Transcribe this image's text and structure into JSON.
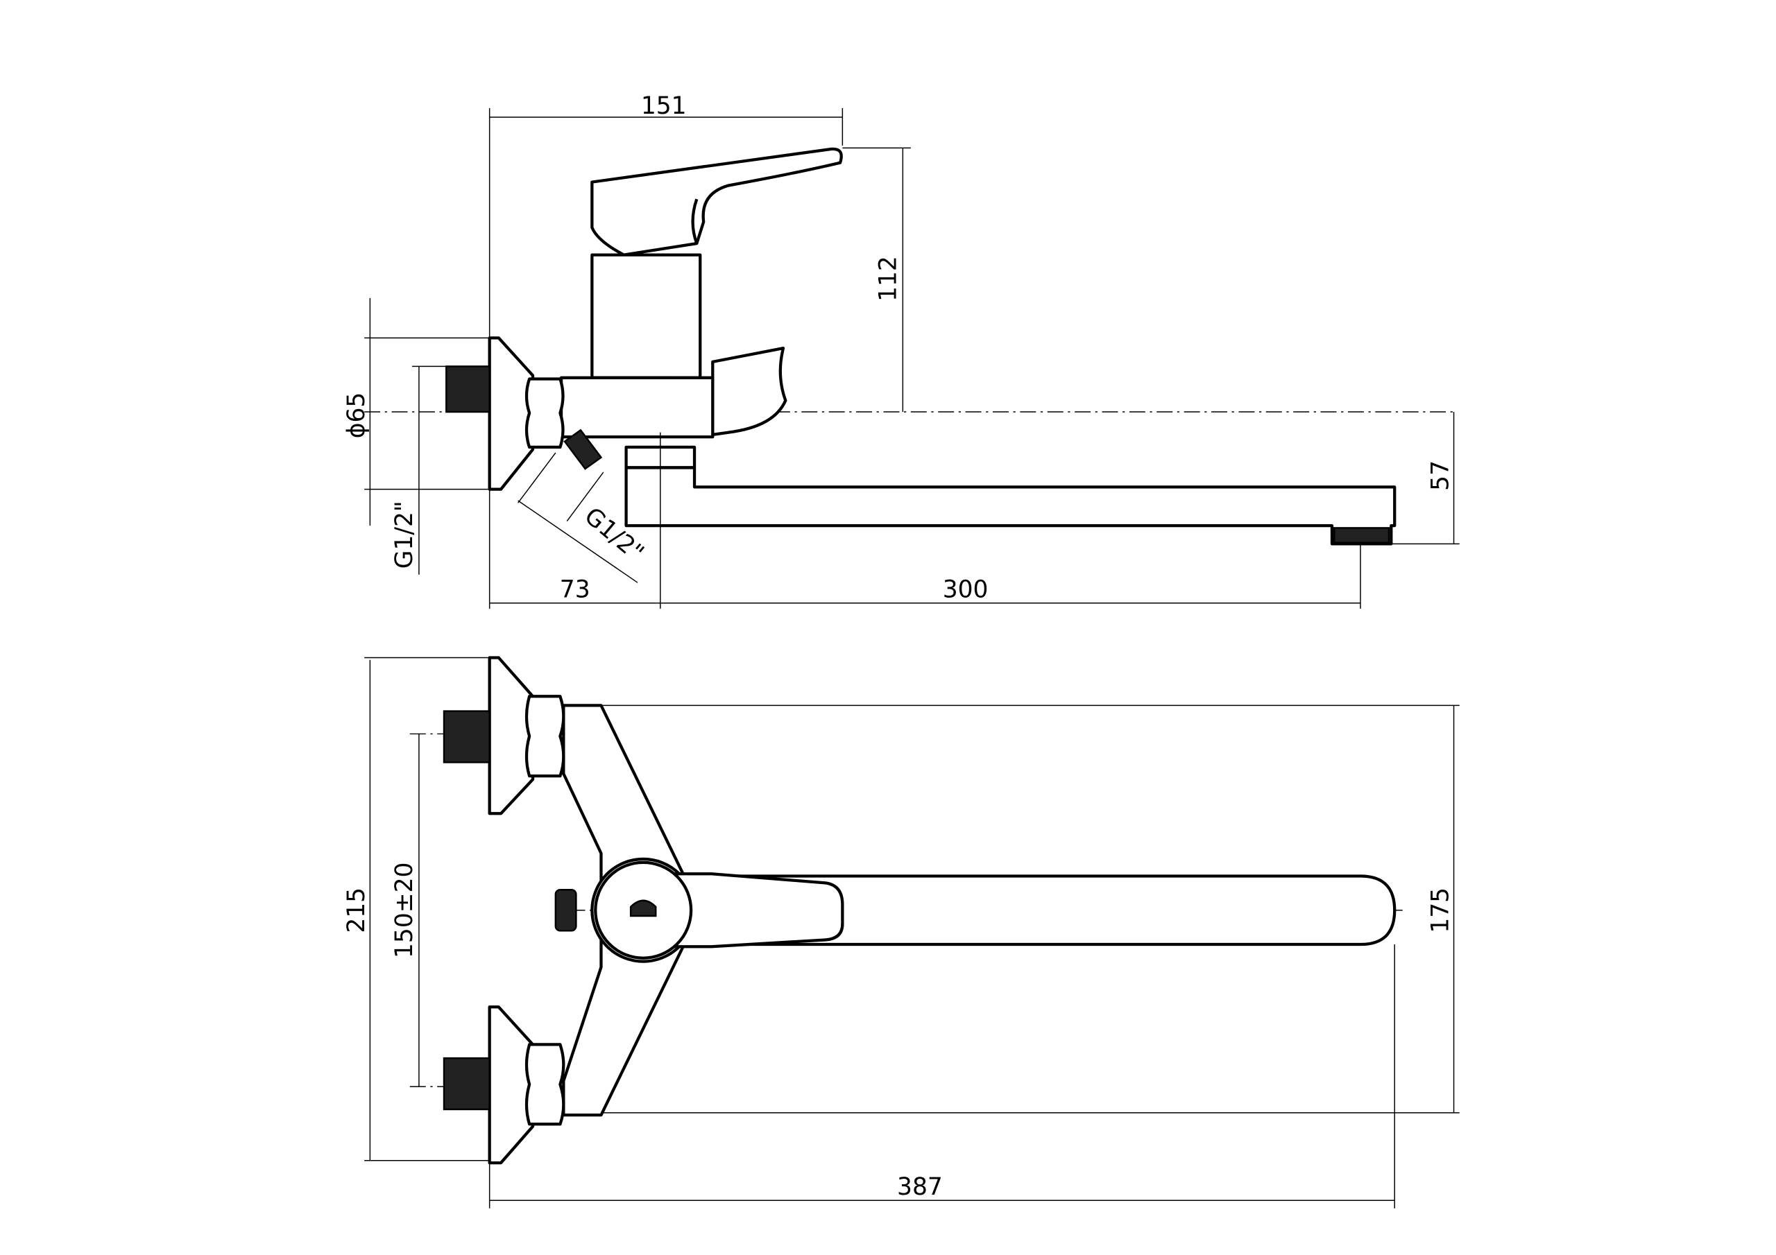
{
  "drawing": {
    "title": "Wall-mounted single-lever bath mixer with long swivel spout",
    "side_view": {
      "dims": {
        "overall_depth": "151",
        "height": "112",
        "flange_diameter": "ϕ65",
        "inlet_thread": "G1/2\"",
        "outlet_thread": "G1/2\"",
        "spout_drop": "57",
        "wall_to_axis": "73",
        "spout_reach": "300"
      }
    },
    "top_view": {
      "dims": {
        "overall_height": "215",
        "inlet_spacing": "150±20",
        "body_height": "175",
        "overall_length": "387"
      }
    }
  }
}
